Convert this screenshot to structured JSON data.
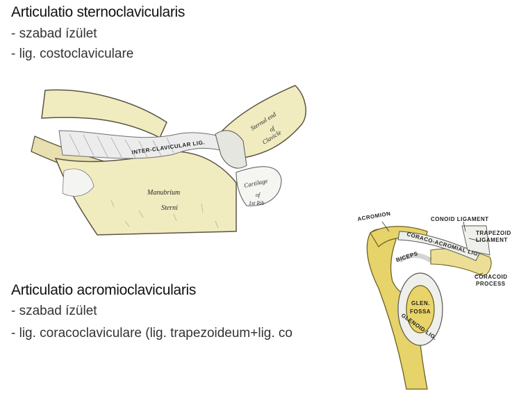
{
  "section1": {
    "title": "Articulatio sternoclavicularis",
    "bullets": [
      "- szabad ízület",
      "- lig. costoclaviculare"
    ]
  },
  "section2": {
    "title": "Articulatio acromioclavicularis",
    "bullets": [
      "- szabad ízület",
      "- lig. coracoclaviculare  (lig. trapezoideum+lig. co"
    ]
  },
  "figure1": {
    "labels": {
      "manubrium_1": "Manubrium",
      "manubrium_2": "Sterni",
      "sternal_1": "Sternal end",
      "sternal_2": "of",
      "sternal_3": "Clavicle",
      "cartilage_1": "Cartilage",
      "cartilage_2": "of",
      "cartilage_3": "1st Rib",
      "interclavicular": "INTER-CLAVICULAR LIG."
    }
  },
  "figure2": {
    "labels": {
      "acromion": "ACROMION",
      "conoid": "CONOID LIGAMENT",
      "trapezoid_1": "TRAPEZOID",
      "trapezoid_2": "LIGAMENT",
      "coraco_acromial": "CORACO-ACROMIAL LIG.",
      "biceps": "BICEPS",
      "coracoid_1": "CORACOID",
      "coracoid_2": "PROCESS",
      "glen_1": "GLEN.",
      "glen_2": "FOSSA",
      "glenoid": "GLENOID LIG."
    }
  },
  "colors": {
    "bone": "#f1ebc0",
    "bone_dark": "#d9cf8c",
    "scapula": "#e6d36a",
    "ligament": "#e9e9e4"
  }
}
